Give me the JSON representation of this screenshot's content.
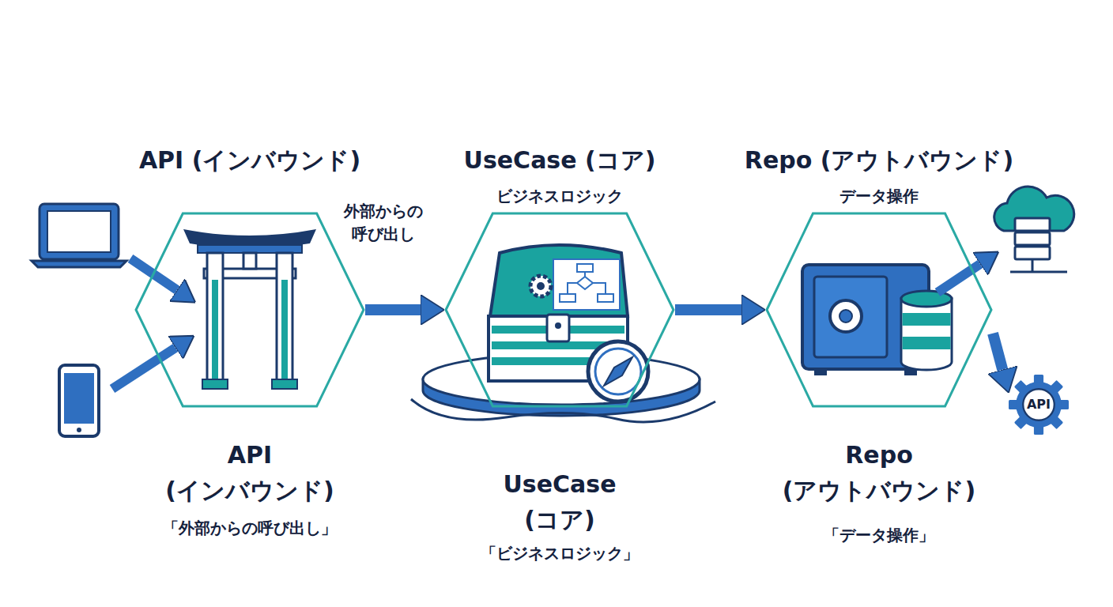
{
  "diagram": {
    "nodes": [
      {
        "text": [
          "API (インバウンド)",
          "API (インバウンド)",
          "「外部からの呼び出し」"
        ]
      },
      {
        "text": [
          "UseCase (コア)",
          "ビジネスロジック",
          "UseCase (コア)",
          "「ビジネスロジック」"
        ]
      },
      {
        "text": [
          "Repo (アウトバウンド)",
          "データ操作",
          "Repo (アウトバウンド)",
          "「データ操作」"
        ]
      },
      {
        "text": [
          "API"
        ]
      }
    ],
    "edges": [
      {
        "from": 0,
        "to": 1,
        "arrow": "to",
        "label": "外部からの 呼び出し"
      },
      {
        "from": 1,
        "to": 2,
        "arrow": "to"
      },
      {
        "from": 2,
        "to": 3,
        "arrow": "to"
      }
    ]
  }
}
